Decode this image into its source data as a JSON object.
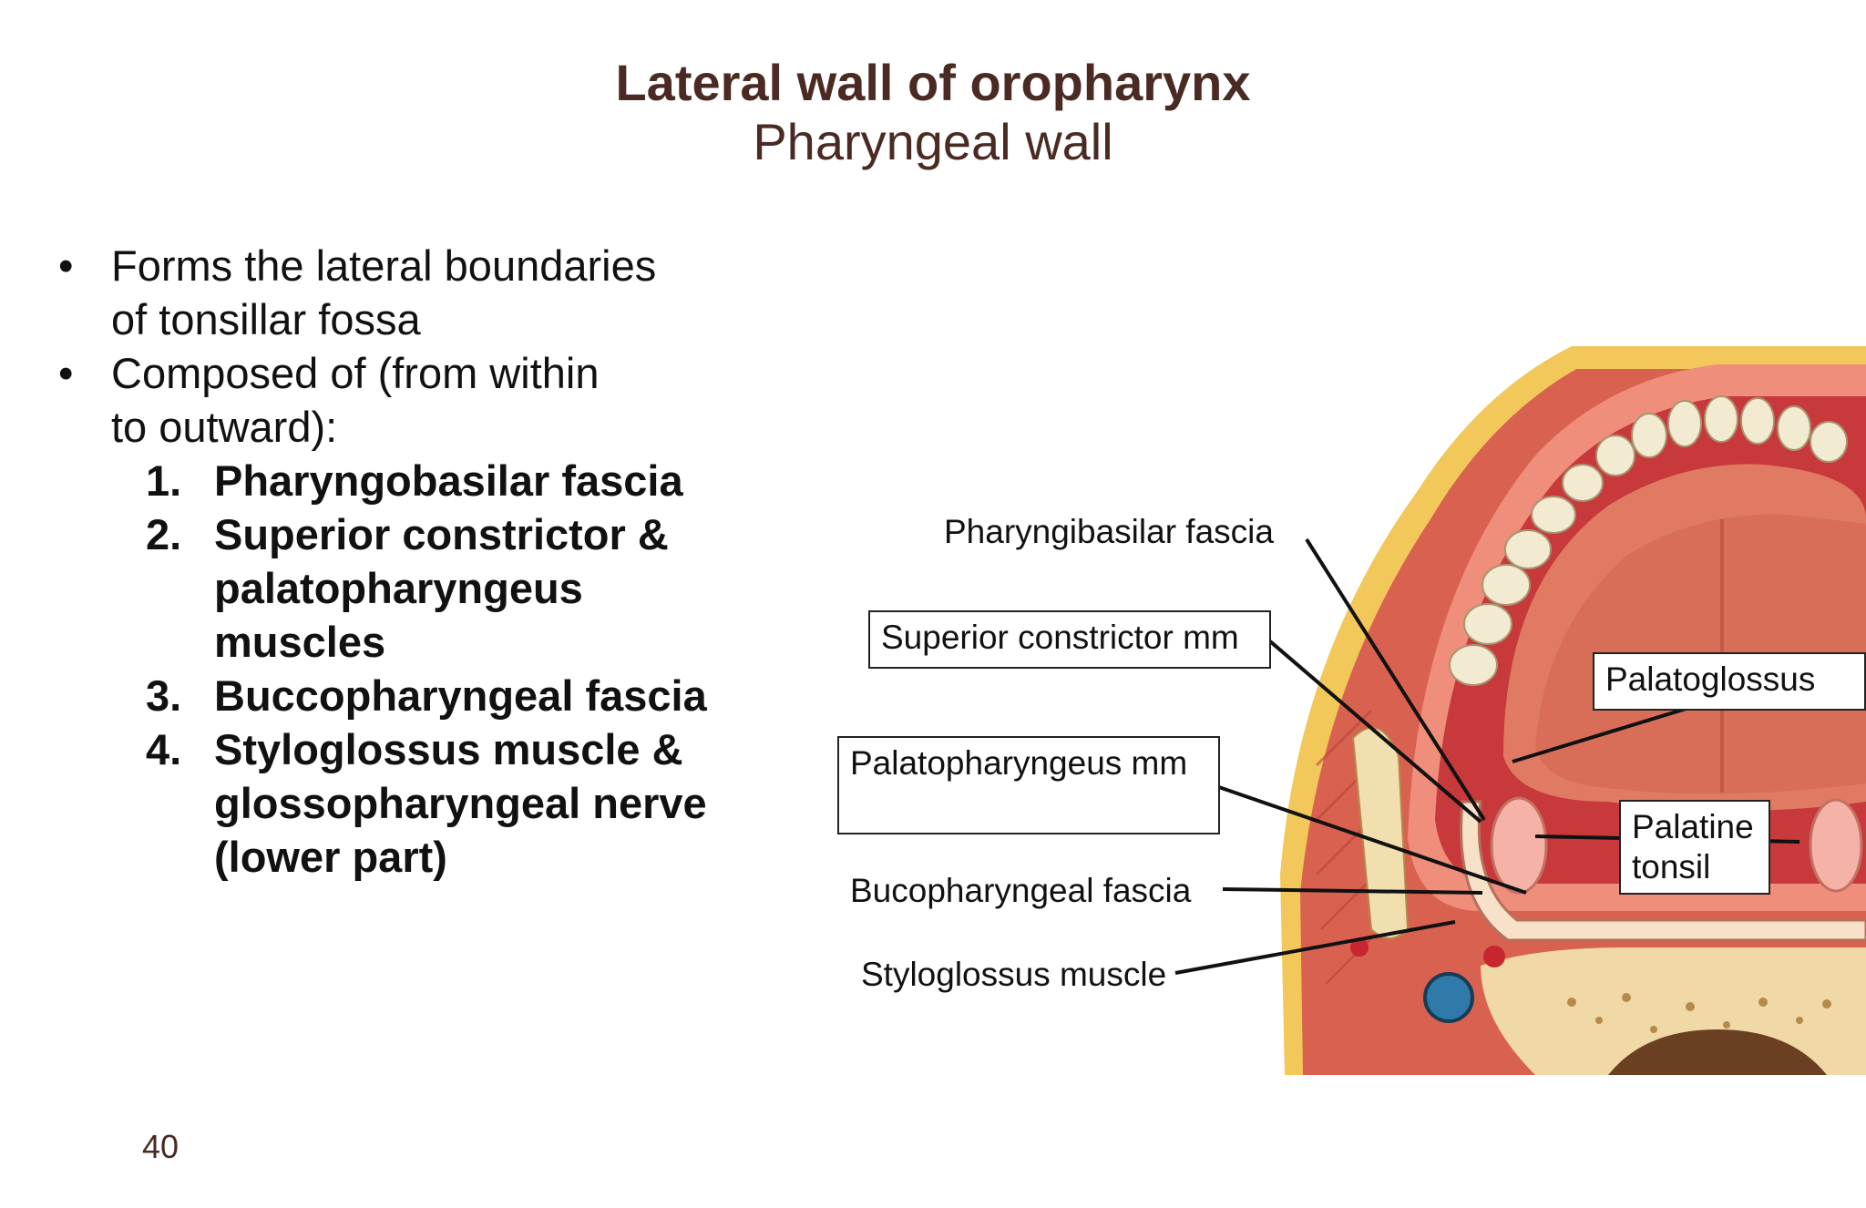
{
  "slide": {
    "title": "Lateral wall of oropharynx",
    "subtitle": "Pharyngeal wall",
    "page_number": "40"
  },
  "content": {
    "bullets": [
      {
        "line1": "Forms the lateral  boundaries",
        "line2": "of tonsillar  fossa"
      },
      {
        "line1": "Composed of (from within",
        "line2": "to outward):"
      }
    ],
    "numbered": [
      {
        "num": "1.",
        "lines": [
          "Pharyngobasilar fascia"
        ]
      },
      {
        "num": "2.",
        "lines": [
          "Superior constrictor &",
          "palatopharyngeus",
          "muscles"
        ]
      },
      {
        "num": "3.",
        "lines": [
          "Buccopharyngeal fascia"
        ]
      },
      {
        "num": "4.",
        "lines": [
          "Styloglossus muscle &",
          "glossopharyngeal nerve",
          "(lower part)"
        ]
      }
    ]
  },
  "figure": {
    "labels": {
      "pharyngibasilar": "Pharyngibasilar fascia",
      "superior_constrictor": "Superior constrictor mm",
      "palatopharyngeus": "Palatopharyngeus mm",
      "bucopharyngeal": "Bucopharyngeal fascia",
      "styloglossus": "Styloglossus muscle",
      "palatoglossus": "Palatoglossus mm",
      "palatine_line1": "Palatine",
      "palatine_line2": "tonsil"
    }
  }
}
